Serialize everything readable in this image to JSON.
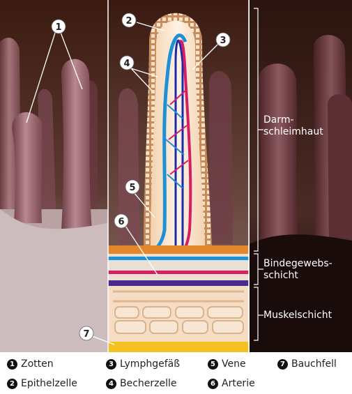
{
  "layers": [
    {
      "id": "darmschleimhaut",
      "lines": [
        "Darm-",
        "schleimhaut"
      ]
    },
    {
      "id": "bindegewebsschicht",
      "lines": [
        "Bindegewebs-",
        "schicht"
      ]
    },
    {
      "id": "muskelschicht",
      "lines": [
        "Muskelschicht"
      ]
    }
  ],
  "markers": [
    "1",
    "2",
    "3",
    "4",
    "5",
    "6",
    "7"
  ],
  "legend": [
    {
      "num": "1",
      "label": "Zotten"
    },
    {
      "num": "2",
      "label": "Epithelzelle"
    },
    {
      "num": "3",
      "label": "Lymphgefäß"
    },
    {
      "num": "4",
      "label": "Becherzelle"
    },
    {
      "num": "5",
      "label": "Vene"
    },
    {
      "num": "6",
      "label": "Arterie"
    },
    {
      "num": "7",
      "label": "Bauchfell"
    }
  ],
  "colors": {
    "background_dark": "#3a1c12",
    "villus_tissue": "#f3e1cf",
    "vein": "#1f8fd6",
    "artery": "#d81e63",
    "lymph": "#1d2aa8",
    "peritoneum": "#f4c21f",
    "connective": "#e9d7bf"
  }
}
